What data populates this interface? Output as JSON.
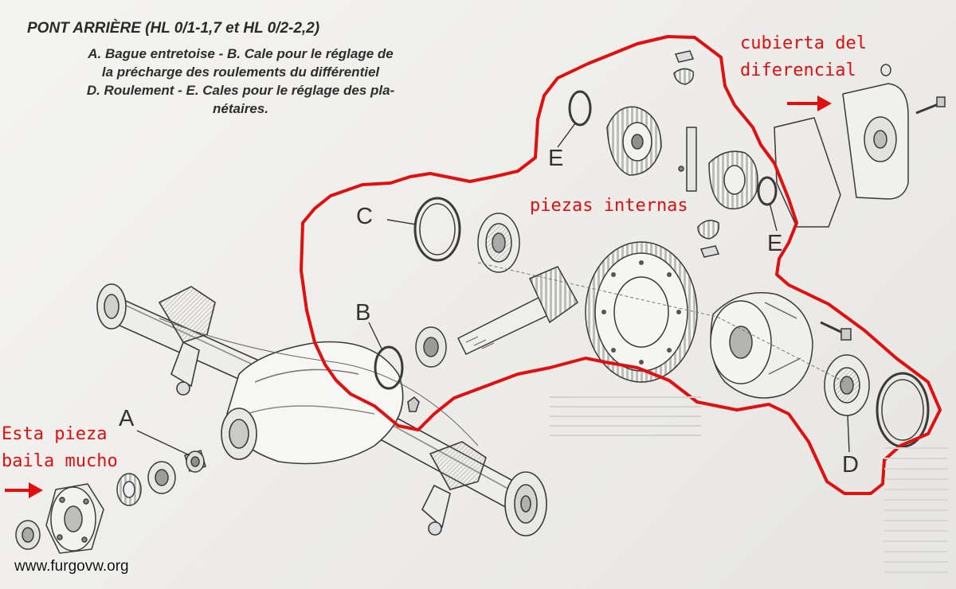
{
  "header": {
    "title": "PONT ARRIÈRE (HL 0/1-1,7 et HL 0/2-2,2)",
    "caption_lines": [
      "A. Bague entretoise - B. Cale pour le réglage de",
      "la précharge des roulements du différentiel",
      "D. Roulement - E. Cales pour le réglage des pla-",
      "nétaires."
    ]
  },
  "callouts": {
    "A": "A",
    "B": "B",
    "C": "C",
    "D": "D",
    "E_top": "E",
    "E_right": "E"
  },
  "annotations": {
    "cover_line1": "cubierta del",
    "cover_line2": "diferencial",
    "internal": "piezas internas",
    "loose_line1": "Esta pieza",
    "loose_line2": "baila mucho"
  },
  "watermark": "www.furgovw.org",
  "colors": {
    "annotation": "#e01010",
    "ink": "#2a2a2a",
    "paper": "#f1f1ef"
  }
}
